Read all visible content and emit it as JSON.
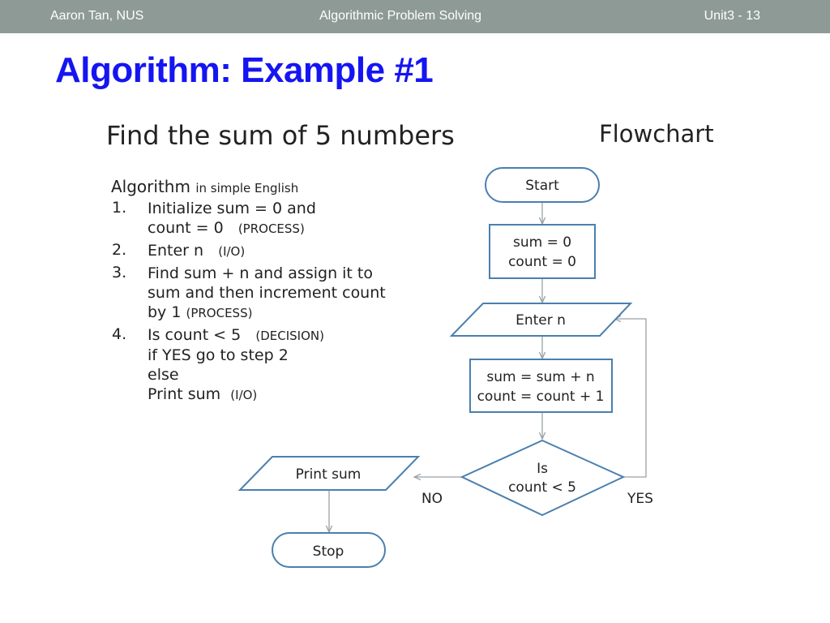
{
  "header": {
    "author": "Aaron Tan, NUS",
    "course": "Algorithmic Problem Solving",
    "page": "Unit3 - 13"
  },
  "slide": {
    "title": "Algorithm: Example #1"
  },
  "content": {
    "left_heading": "Find the sum of 5 numbers",
    "right_heading": "Flowchart",
    "algorithm": {
      "title_main": "Algorithm",
      "title_sub": "in simple English",
      "steps": [
        {
          "num": "1.",
          "line1": "Initialize sum = 0 and",
          "line2_main": "count = 0",
          "line2_tag": "(PROCESS)"
        },
        {
          "num": "2.",
          "line1_main": "Enter n",
          "line1_tag": "(I/O)"
        },
        {
          "num": "3.",
          "line1": "Find sum + n and assign it to",
          "line2": "sum and then increment count",
          "line3_main": "by 1",
          "line3_tag": "(PROCESS)"
        },
        {
          "num": "4.",
          "line1_main": "Is count < 5",
          "line1_tag": "(DECISION)",
          "line2": "if YES go to step 2",
          "line3": "else",
          "line4_main": "Print sum",
          "line4_tag": "(I/O)"
        }
      ]
    },
    "flowchart": {
      "start": "Start",
      "init_line1": "sum = 0",
      "init_line2": "count = 0",
      "input": "Enter n",
      "process_line1": "sum = sum + n",
      "process_line2": "count = count + 1",
      "decision_line1": "Is",
      "decision_line2": "count < 5",
      "yes_label": "YES",
      "no_label": "NO",
      "output": "Print sum",
      "stop": "Stop"
    }
  }
}
